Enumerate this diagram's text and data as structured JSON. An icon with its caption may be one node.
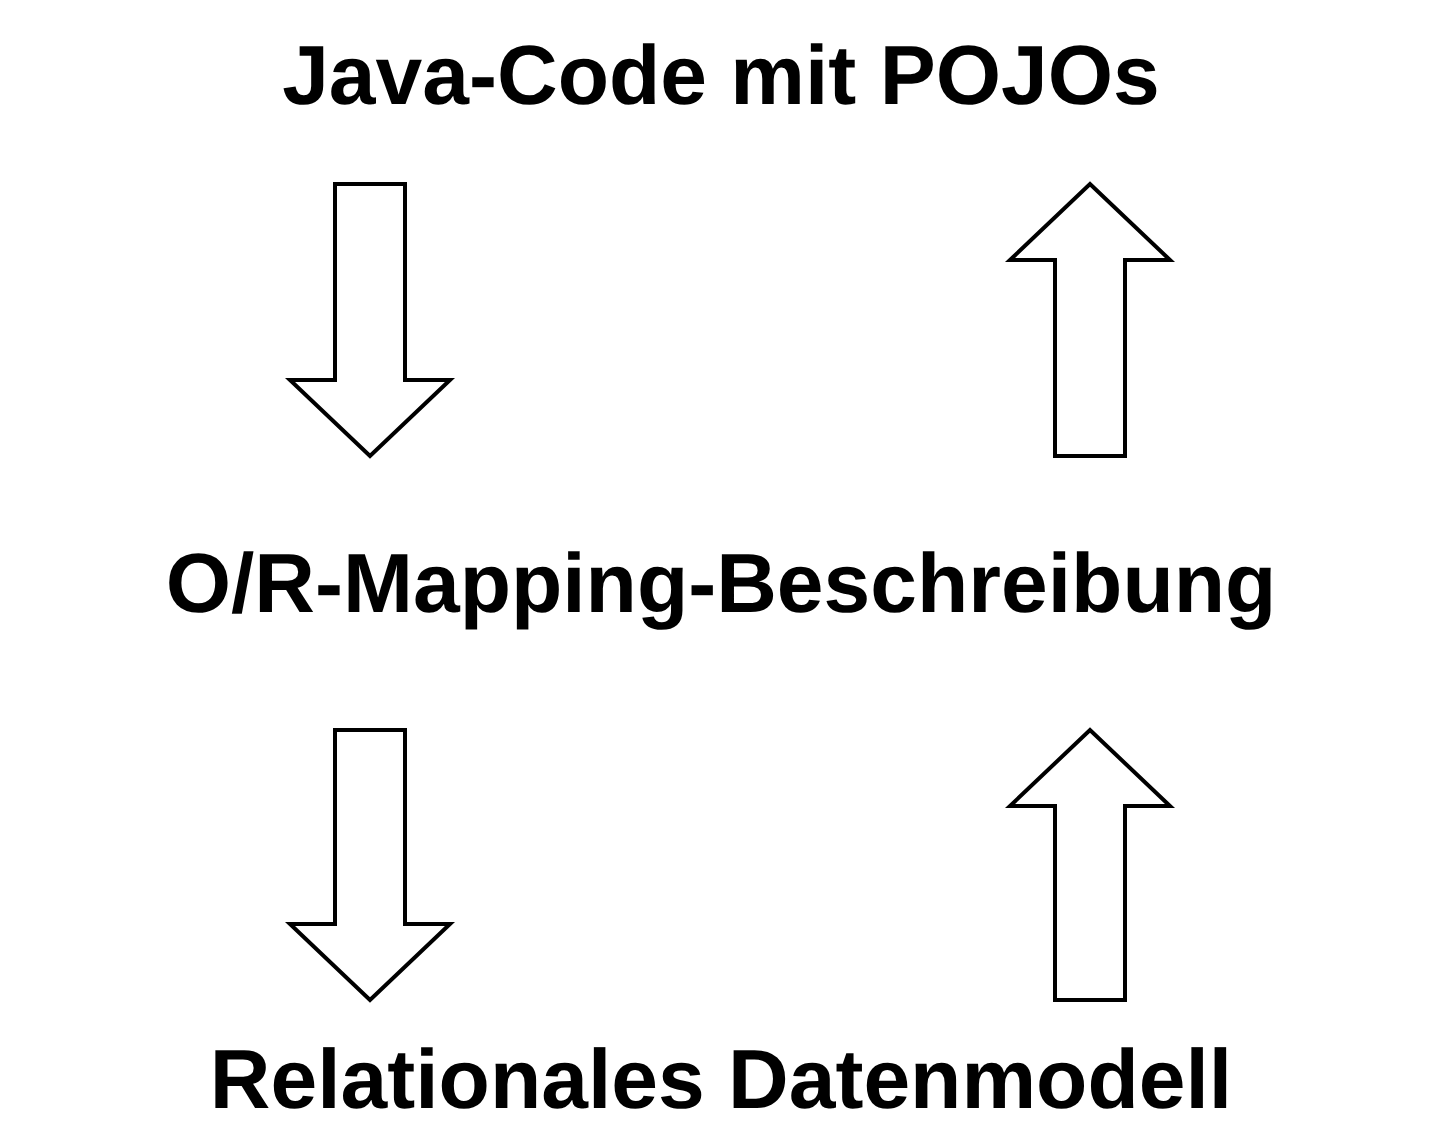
{
  "diagram": {
    "nodes": [
      {
        "text": [
          "Java-Code mit POJOs"
        ]
      },
      {
        "text": [
          "O/R-Mapping-Beschreibung"
        ]
      },
      {
        "text": [
          "Relationales Datenmodell"
        ]
      }
    ],
    "edges": [
      {
        "from": 0,
        "to": 1,
        "arrow": "to"
      },
      {
        "from": 1,
        "to": 0,
        "arrow": "to"
      },
      {
        "from": 1,
        "to": 2,
        "arrow": "to"
      },
      {
        "from": 2,
        "to": 1,
        "arrow": "to"
      }
    ]
  }
}
